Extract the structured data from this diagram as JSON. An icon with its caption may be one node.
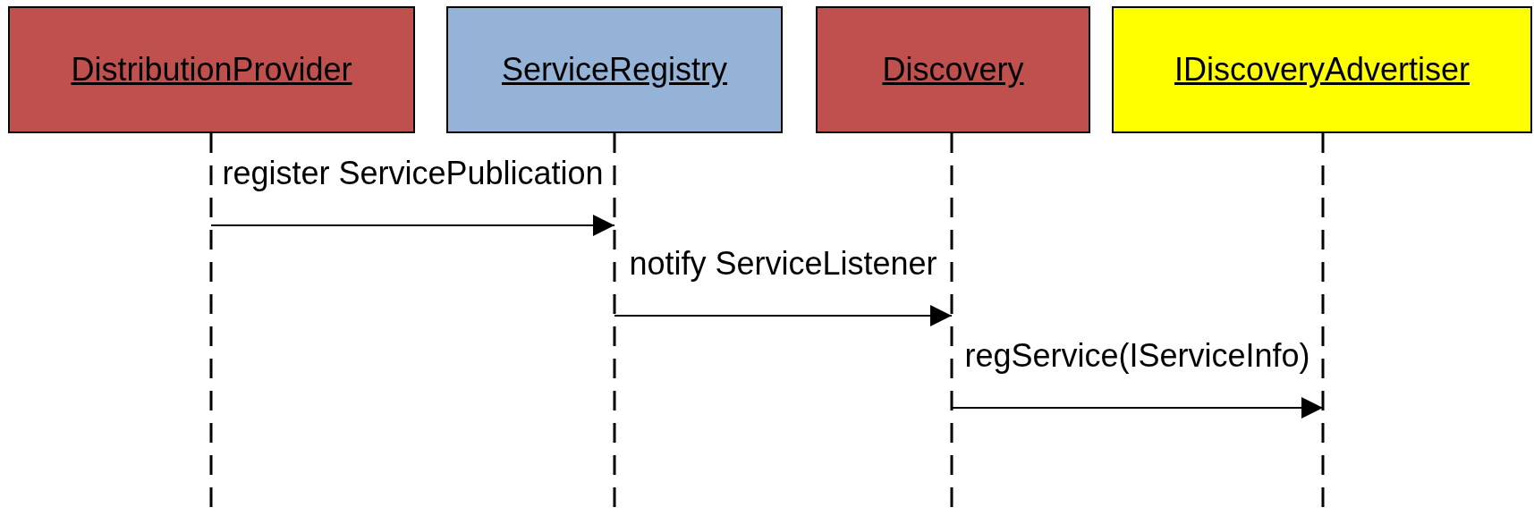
{
  "diagram": {
    "nodes": [
      {
        "text": [
          "DistributionProvider"
        ]
      },
      {
        "text": [
          "ServiceRegistry"
        ]
      },
      {
        "text": [
          "Discovery"
        ]
      },
      {
        "text": [
          "IDiscoveryAdvertiser"
        ]
      }
    ],
    "edges": [
      {
        "from": 0,
        "to": 1,
        "arrow": "to",
        "label": "register ServicePublication"
      },
      {
        "from": 1,
        "to": 2,
        "arrow": "to",
        "label": "notify ServiceListener"
      },
      {
        "from": 2,
        "to": 3,
        "arrow": "to",
        "label": "regService(IServiceInfo)"
      }
    ]
  }
}
